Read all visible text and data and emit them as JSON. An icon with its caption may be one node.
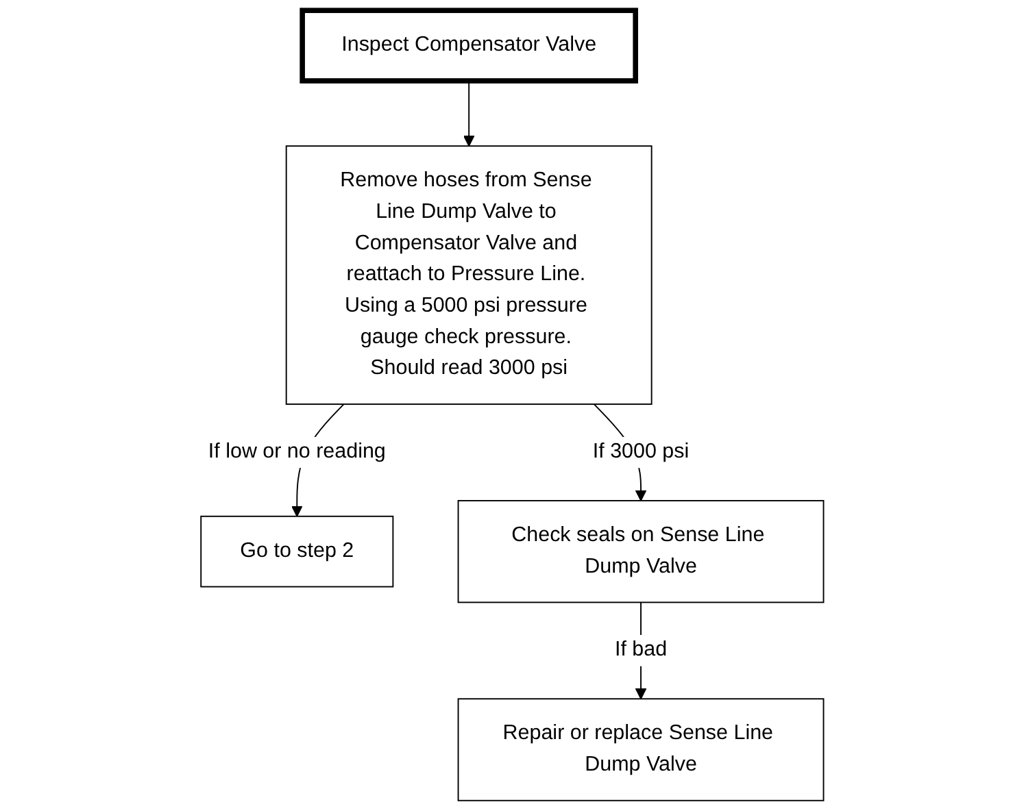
{
  "diagram": {
    "nodes": [
      {
        "text": [
          "Inspect Compensator Valve"
        ]
      },
      {
        "text": [
          "Remove hoses from Sense Line Dump Valve to Compensator Valve and reattach to Pressure Line. Using a 5000 psi pressure gauge check pressure. Should read 3000 psi"
        ]
      },
      {
        "text": [
          "Go to step 2"
        ]
      },
      {
        "text": [
          "Check seals on Sense Line Dump Valve"
        ]
      },
      {
        "text": [
          "Repair or replace Sense Line Dump Valve"
        ]
      }
    ],
    "edges": [
      {
        "from": 0,
        "to": 1,
        "arrow": "to"
      },
      {
        "from": 1,
        "to": 2,
        "arrow": "to",
        "label": "If low or no reading"
      },
      {
        "from": 1,
        "to": 3,
        "arrow": "to",
        "label": "If 3000 psi"
      },
      {
        "from": 3,
        "to": 4,
        "arrow": "to",
        "label": "If bad"
      }
    ]
  }
}
